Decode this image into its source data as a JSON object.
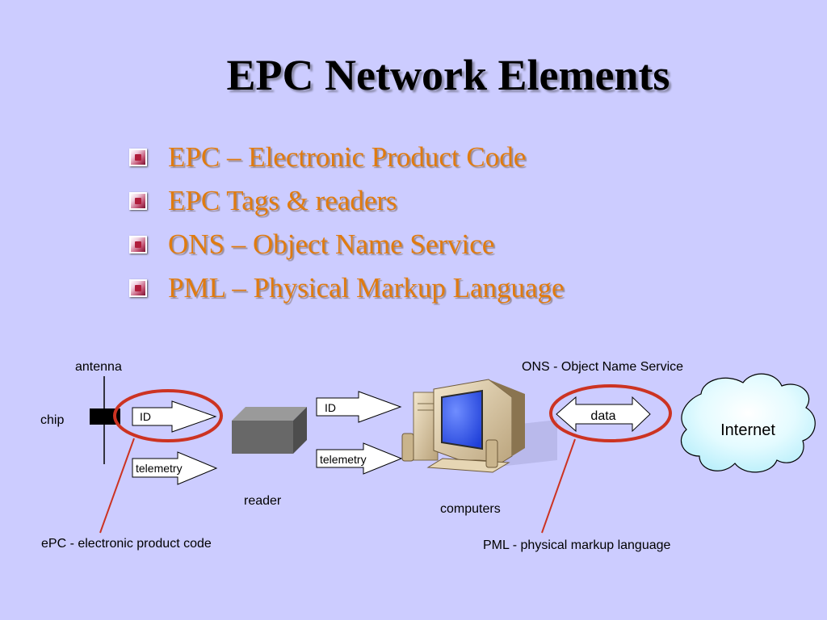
{
  "title": "EPC Network Elements",
  "bullets": [
    "EPC – Electronic Product Code",
    "EPC Tags & readers",
    "ONS – Object Name Service",
    "PML – Physical Markup Language"
  ],
  "diagram": {
    "antenna_label": "antenna",
    "chip_label": "chip",
    "tag_id_arrow": "ID",
    "tag_telemetry_arrow": "telemetry",
    "reader_label": "reader",
    "reader_id_arrow": "ID",
    "reader_telemetry_arrow": "telemetry",
    "computers_label": "computers",
    "ons_label": "ONS - Object Name Service",
    "data_arrow": "data",
    "internet_label": "Internet",
    "epc_callout": "ePC - electronic product code",
    "pml_callout": "PML - physical markup language"
  },
  "colors": {
    "background": "#ccccff",
    "bullet_text": "#e07b10",
    "callout_ring": "#cc3322",
    "cloud_fill": "#c8f4ff",
    "monitor_screen": "#3355ff"
  }
}
